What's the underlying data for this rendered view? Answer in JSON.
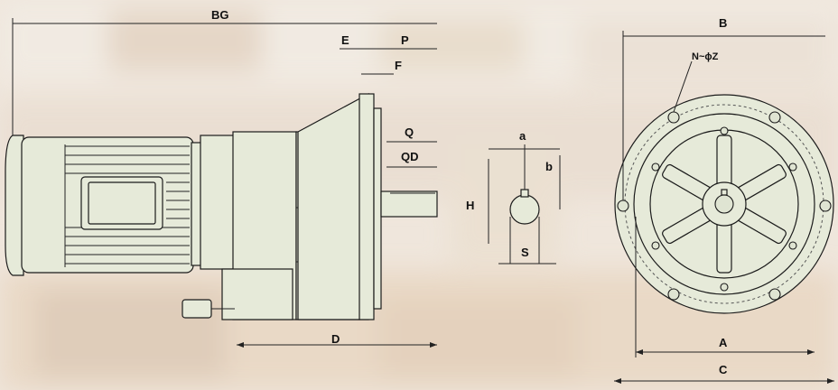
{
  "colors": {
    "background": "#efe6dc",
    "machine_body": "#e6ead9",
    "outline": "#1b1b1b"
  },
  "labels": {
    "bg": "BG",
    "e": "E",
    "p": "P",
    "f": "F",
    "q": "Q",
    "qd": "QD",
    "d": "D",
    "a_small": "a",
    "b_small": "b",
    "h": "H",
    "s": "S",
    "b_big": "B",
    "n_z": "N~ϕZ",
    "a_big": "A",
    "c": "C"
  }
}
